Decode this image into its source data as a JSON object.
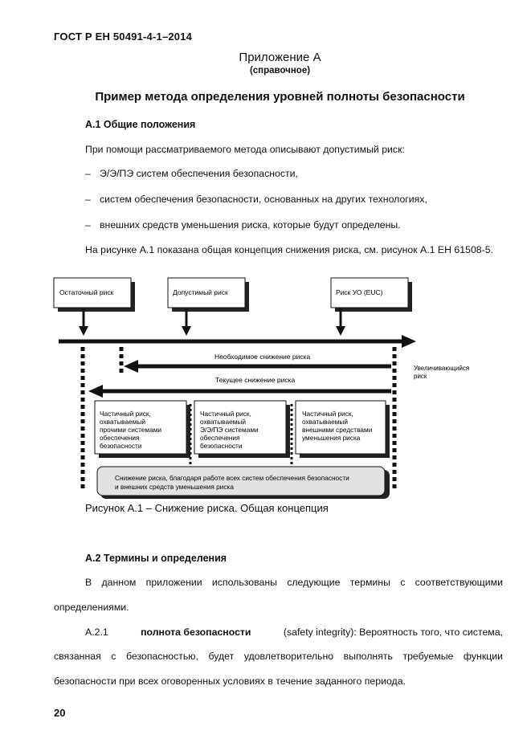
{
  "header": {
    "standard": "ГОСТ Р ЕН 50491-4-1–2014"
  },
  "appendix": {
    "title": "Приложение А",
    "subtitle": "(справочное)"
  },
  "main_title": "Пример метода определения уровней полноты безопасности",
  "section1": {
    "heading": "А.1 Общие положения",
    "intro": "При помощи рассматриваемого метода описывают допустимый риск:",
    "bullets": [
      "Э/Э/ПЭ систем обеспечения безопасности,",
      "систем обеспечения безопасности, основанных на других технологиях,",
      "внешних средств уменьшения риска, которые будут определены."
    ],
    "figure_ref": "На рисунке А.1 показана общая концепция снижения риска, см. рисунок А.1 ЕН 61508-5."
  },
  "figure": {
    "top_boxes": [
      "Остаточный риск",
      "Допустимый риск",
      "Риск УО (EUC)"
    ],
    "necessary_reduction": "Необходимое снижение риска",
    "increasing_risk": [
      "Увеличивающийся",
      "риск"
    ],
    "actual_reduction": "Текущее снижение риска",
    "partial_boxes": [
      [
        "Частичный риск,",
        "охватываемый",
        "прочими системами",
        "обеспечения",
        "безопасности"
      ],
      [
        "Частичный риск,",
        "охватываемый",
        "Э/Э/ПЭ системами",
        "обеспечения",
        "безопасности"
      ],
      [
        "Частичный риск,",
        "охватываемый",
        "внешними средствами",
        "уменьшения риска"
      ]
    ],
    "bottom_box": [
      "Снижение риска, благодаря работе всех систем обеспечения безопасности",
      "и внешних средств уменьшения риска"
    ],
    "caption": "Рисунок А.1 – Снижение риска. Общая концепция"
  },
  "section2": {
    "heading": "А.2 Термины и определения",
    "intro_line1": "В данном приложении использованы следующие термины с соответствующими",
    "intro_line2": "определениями.",
    "term_number": "А.2.1",
    "term": "полнота безопасности",
    "term_rest_line1": "(safety integrity): Вероятность того, что система,",
    "def_line2": "связанная с безопасностью, будет удовлетворительно выполнять требуемые функции",
    "def_line3": "безопасности при всех оговоренных условиях в течение заданного периода."
  },
  "page_number": "20"
}
